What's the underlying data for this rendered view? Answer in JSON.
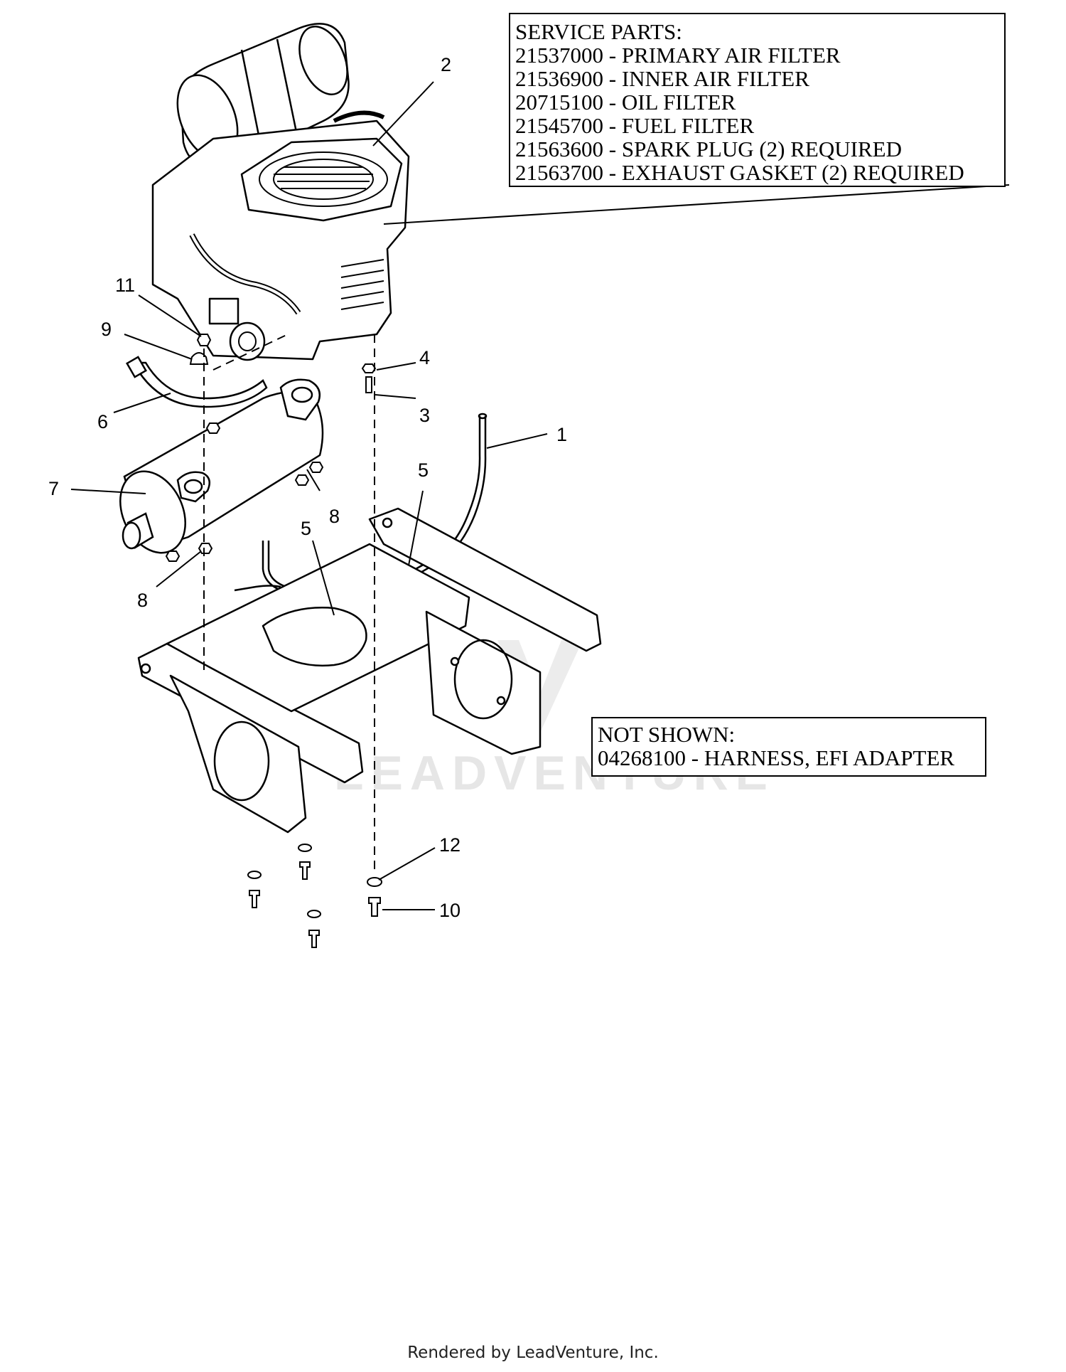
{
  "service_parts": {
    "heading": "SERVICE PARTS:",
    "items": [
      "21537000 - PRIMARY AIR FILTER",
      "21536900 - INNER AIR FILTER",
      "20715100 - OIL FILTER",
      "21545700 - FUEL FILTER",
      "21563600 - SPARK PLUG (2) REQUIRED",
      "21563700 - EXHAUST GASKET (2) REQUIRED"
    ]
  },
  "not_shown": {
    "heading": "NOT SHOWN:",
    "items": [
      "04268100 - HARNESS, EFI ADAPTER"
    ]
  },
  "callouts": {
    "c1": "1",
    "c2": "2",
    "c3": "3",
    "c4": "4",
    "c5a": "5",
    "c5b": "5",
    "c6": "6",
    "c7": "7",
    "c8a": "8",
    "c8b": "8",
    "c9": "9",
    "c10": "10",
    "c11": "11",
    "c12": "12"
  },
  "watermark": "LEADVENTURE",
  "footer": "Rendered by LeadVenture, Inc."
}
